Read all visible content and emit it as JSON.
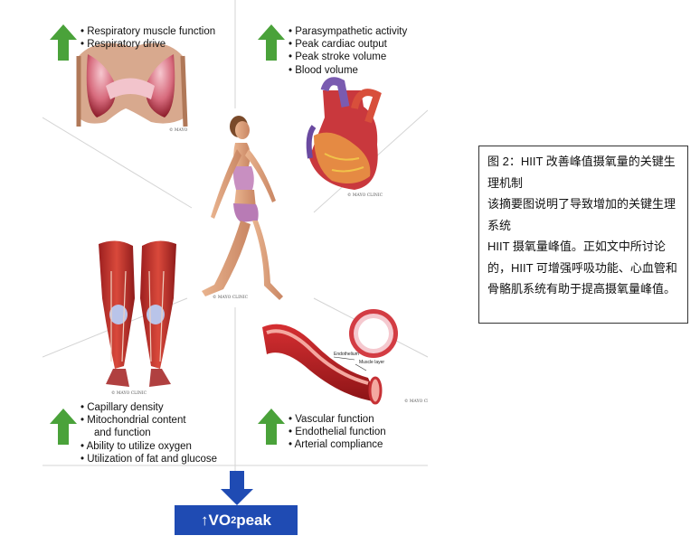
{
  "quadrants": {
    "lungs": [
      "Respiratory muscle function",
      "Respiratory drive"
    ],
    "heart": [
      "Parasympathetic activity",
      "Peak cardiac output",
      "Peak stroke volume",
      "Blood volume"
    ],
    "muscles": [
      "Capillary density",
      "Mitochondrial content",
      "and function",
      "Ability to utilize oxygen",
      "Utilization of fat and glucose"
    ],
    "vessels": [
      "Vascular function",
      "Endothelial function",
      "Arterial compliance"
    ]
  },
  "vessel_labels": {
    "endothelium": "Endothelium",
    "muscle_layer": "Muscle layer"
  },
  "credit": "© MAYO CLINIC",
  "result": {
    "arrow": "↑",
    "text": "VO",
    "sub": "2",
    "suffix": " peak"
  },
  "caption": {
    "title": "图 2：HIIT 改善峰值摄氧量的关键生理机制",
    "line1": "该摘要图说明了导致增加的关键生理系统",
    "line2": "HIIT 摄氧量峰值。正如文中所讨论的，HIIT 可增强呼吸功能、心血管和骨骼肌系统有助于提高摄氧量峰值。"
  },
  "colors": {
    "arrow_green": "#4aa23a",
    "box_blue": "#1f4bb3",
    "bullet": "•"
  }
}
